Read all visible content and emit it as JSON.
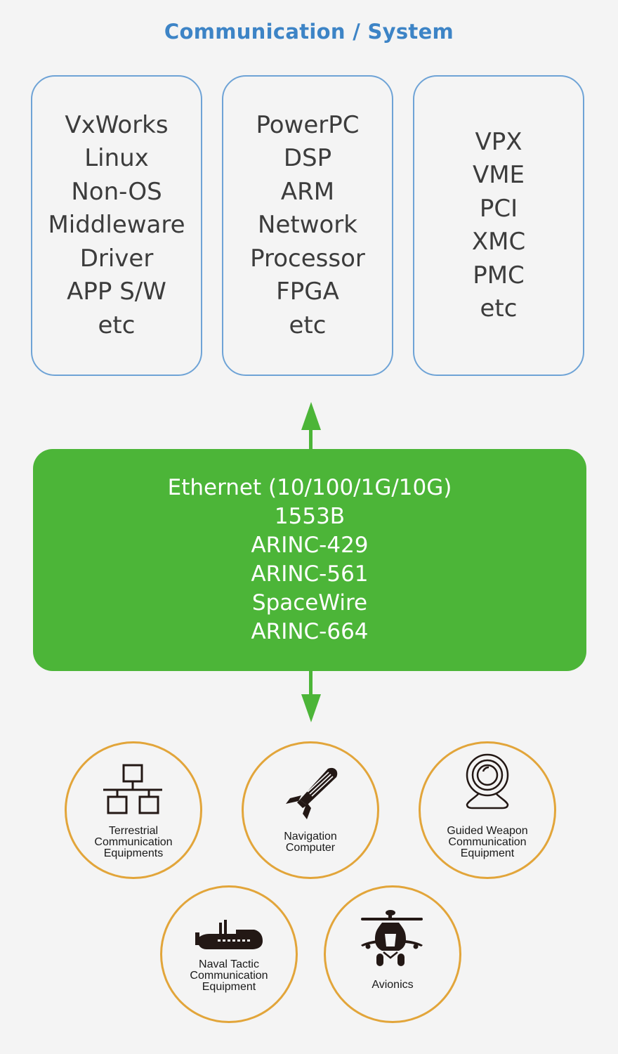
{
  "title": "Communication / System",
  "colors": {
    "title": "#3d84c6",
    "box_border": "#6ea3d6",
    "protocol_bg": "#4cb538",
    "circle_border": "#e2a53a"
  },
  "boxes": [
    {
      "name": "software",
      "items": [
        "VxWorks",
        "Linux",
        "Non-OS",
        "Middleware",
        "Driver",
        "APP S/W",
        "etc"
      ]
    },
    {
      "name": "processors",
      "items": [
        "PowerPC",
        "DSP",
        "ARM",
        "Network",
        "Processor",
        "FPGA",
        "etc"
      ]
    },
    {
      "name": "bus-standards",
      "items": [
        "VPX",
        "VME",
        "PCI",
        "XMC",
        "PMC",
        "etc"
      ]
    }
  ],
  "protocols": [
    "Ethernet (10/100/1G/10G)",
    "1553B",
    "ARINC-429",
    "ARINC-561",
    "SpaceWire",
    "ARINC-664"
  ],
  "applications": [
    {
      "icon": "network-topology-icon",
      "lines": [
        "Terrestrial",
        "Communication",
        "Equipments"
      ]
    },
    {
      "icon": "missile-icon",
      "lines": [
        "Navigation",
        "Computer"
      ]
    },
    {
      "icon": "webcam-icon",
      "lines": [
        "Guided Weapon",
        "Communication",
        "Equipment"
      ]
    },
    {
      "icon": "submarine-icon",
      "lines": [
        "Naval Tactic",
        "Communication",
        "Equipment"
      ]
    },
    {
      "icon": "helicopter-icon",
      "lines": [
        "Avionics"
      ]
    }
  ]
}
